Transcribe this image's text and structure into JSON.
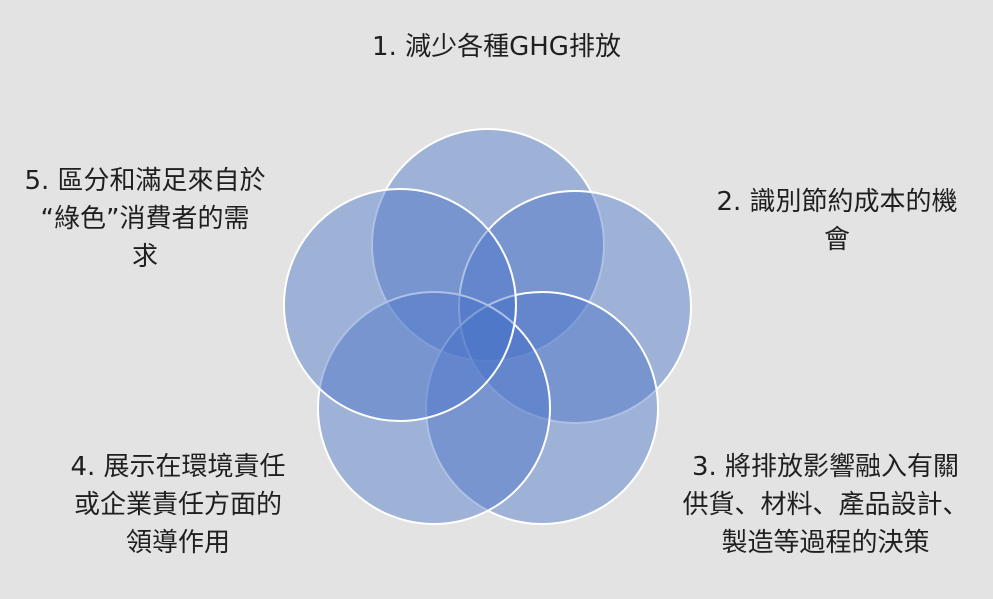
{
  "diagram": {
    "fill_color": "#4a74c7",
    "stroke_color": "#ffffff",
    "items": [
      {
        "id": "1",
        "lines": [
          "1. 減少各種GHG排放"
        ]
      },
      {
        "id": "2",
        "lines": [
          "2. 識別節約成本的機",
          "會"
        ]
      },
      {
        "id": "3",
        "lines": [
          "3. 將排放影響融入有關",
          "供貨、材料、產品設計、",
          "製造等過程的決策"
        ]
      },
      {
        "id": "4",
        "lines": [
          "4. 展示在環境責任",
          "或企業責任方面的",
          "領導作用"
        ]
      },
      {
        "id": "5",
        "lines": [
          "5. 區分和滿足來自於",
          "“綠色”消費者的需",
          "求"
        ]
      }
    ]
  }
}
